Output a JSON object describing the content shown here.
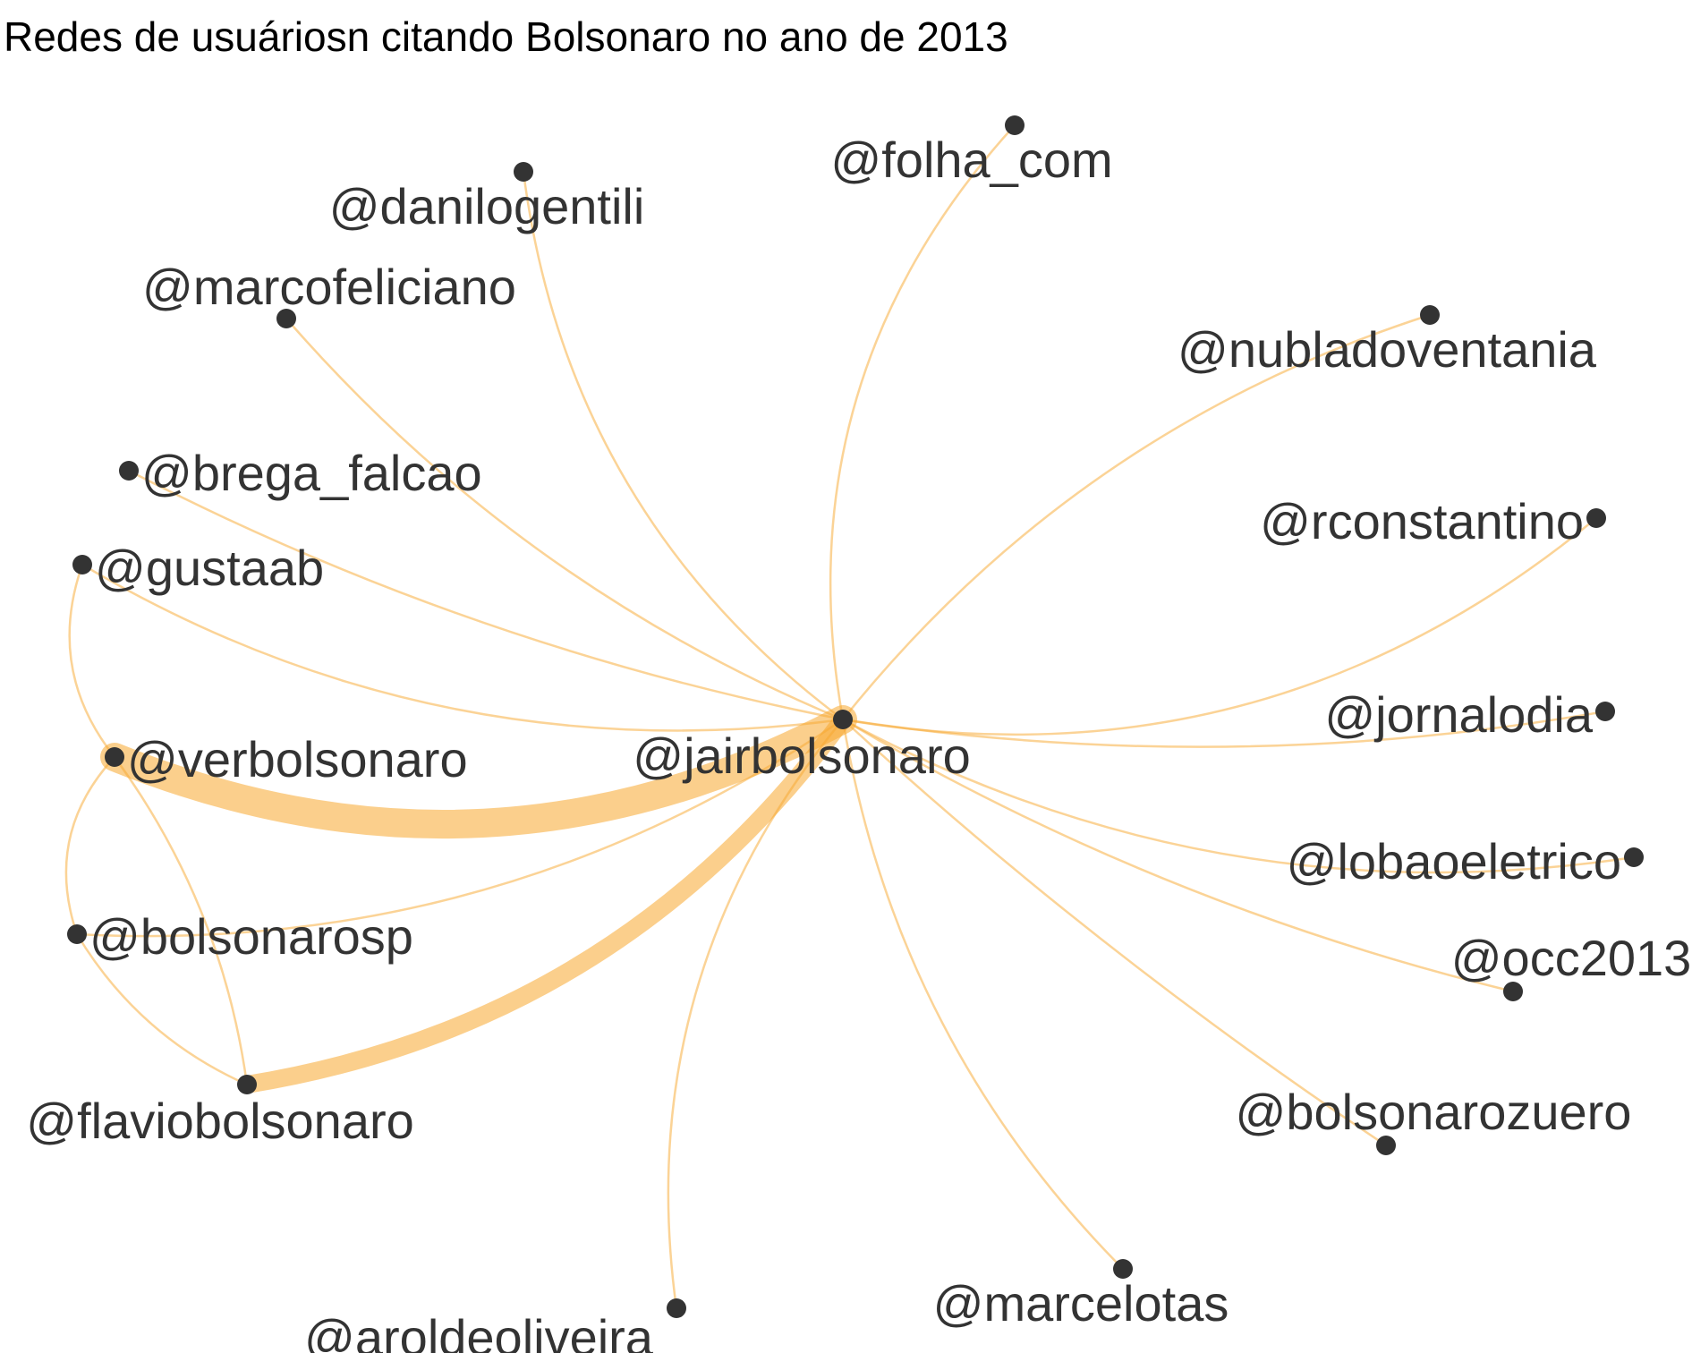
{
  "title": "Redes de usuáriosn citando Bolsonaro no ano de 2013",
  "colors": {
    "edge": "#f7a72d",
    "node": "#333333",
    "label": "#333333",
    "background": "#ffffff"
  },
  "chart_data": {
    "type": "network",
    "title": "Redes de usuáriosn citando Bolsonaro no ano de 2013",
    "center_node": "@jairbolsonaro",
    "nodes": [
      "@jairbolsonaro",
      "@verbolsonaro",
      "@flaviobolsonaro",
      "@bolsonarosp",
      "@gustaab",
      "@brega_falcao",
      "@marcofeliciano",
      "@danilogentili",
      "@folha_com",
      "@nubladoventania",
      "@rconstantino",
      "@jornalodia",
      "@lobaoeletrico",
      "@occ2013",
      "@bolsonarozuero",
      "@marcelotas",
      "@aroldeoliveira"
    ],
    "edges": [
      {
        "source": "@verbolsonaro",
        "target": "@jairbolsonaro",
        "weight": 10
      },
      {
        "source": "@flaviobolsonaro",
        "target": "@jairbolsonaro",
        "weight": 6
      },
      {
        "source": "@bolsonarosp",
        "target": "@jairbolsonaro",
        "weight": 1
      },
      {
        "source": "@gustaab",
        "target": "@jairbolsonaro",
        "weight": 1
      },
      {
        "source": "@brega_falcao",
        "target": "@jairbolsonaro",
        "weight": 1
      },
      {
        "source": "@marcofeliciano",
        "target": "@jairbolsonaro",
        "weight": 1
      },
      {
        "source": "@danilogentili",
        "target": "@jairbolsonaro",
        "weight": 1
      },
      {
        "source": "@folha_com",
        "target": "@jairbolsonaro",
        "weight": 1
      },
      {
        "source": "@nubladoventania",
        "target": "@jairbolsonaro",
        "weight": 1
      },
      {
        "source": "@rconstantino",
        "target": "@jairbolsonaro",
        "weight": 1
      },
      {
        "source": "@jornalodia",
        "target": "@jairbolsonaro",
        "weight": 1
      },
      {
        "source": "@lobaoeletrico",
        "target": "@jairbolsonaro",
        "weight": 1
      },
      {
        "source": "@occ2013",
        "target": "@jairbolsonaro",
        "weight": 1
      },
      {
        "source": "@bolsonarozuero",
        "target": "@jairbolsonaro",
        "weight": 1
      },
      {
        "source": "@marcelotas",
        "target": "@jairbolsonaro",
        "weight": 1
      },
      {
        "source": "@aroldeoliveira",
        "target": "@jairbolsonaro",
        "weight": 1
      },
      {
        "source": "@gustaab",
        "target": "@verbolsonaro",
        "weight": 1
      },
      {
        "source": "@verbolsonaro",
        "target": "@bolsonarosp",
        "weight": 1
      },
      {
        "source": "@verbolsonaro",
        "target": "@flaviobolsonaro",
        "weight": 1
      },
      {
        "source": "@bolsonarosp",
        "target": "@flaviobolsonaro",
        "weight": 1
      }
    ]
  }
}
